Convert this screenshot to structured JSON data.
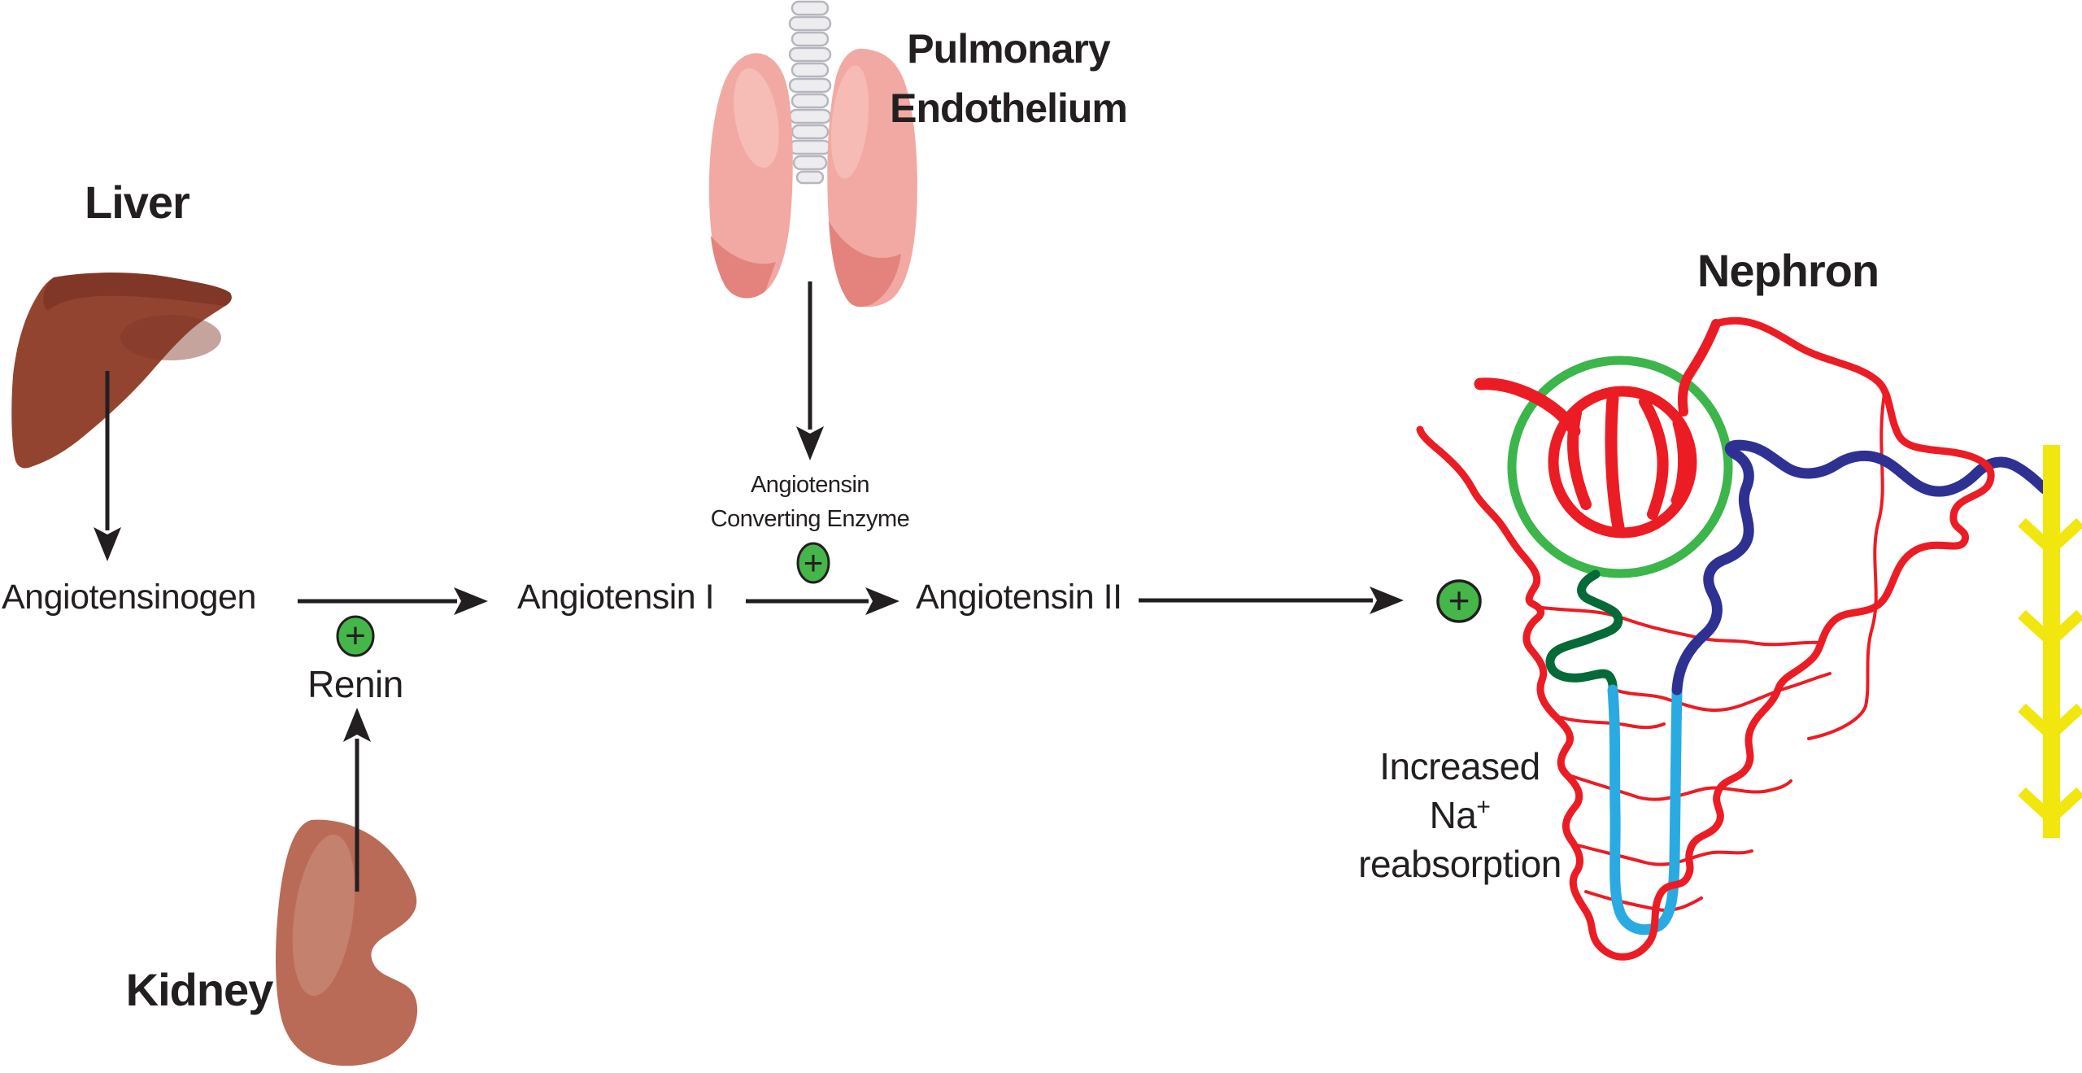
{
  "organs": {
    "liver": "Liver",
    "kidney": "Kidney",
    "lungs_line1": "Pulmonary",
    "lungs_line2": "Endothelium",
    "nephron": "Nephron"
  },
  "molecules": {
    "angiotensinogen": "Angiotensinogen",
    "renin": "Renin",
    "angiotensin_1": "Angiotensin I",
    "ace_line1": "Angiotensin",
    "ace_line2": "Converting Enzyme",
    "angiotensin_2": "Angiotensin II"
  },
  "effect": {
    "line1": "Increased",
    "line2_base": "Na",
    "line2_sup": "+",
    "line3": "reabsorption"
  },
  "stimulation_symbol": "+",
  "colors": {
    "ink": "#231F20",
    "red": "#EC1C24",
    "green": "#3CB54A",
    "plus_green": "#45B649",
    "dark_green": "#046A38",
    "blue": "#2E3192",
    "cyan": "#29ABE2",
    "yellow": "#F2E60F",
    "liver": "#934430",
    "liver_dark": "#7E3527",
    "kidney": "#B96B58",
    "kidney_light": "#CE9380",
    "lung": "#F2A9A3",
    "lung_dark": "#E4837E",
    "lung_light": "#F8C8C2",
    "trachea": "#EDEDF0",
    "trachea_edge": "#B6B6BE"
  }
}
